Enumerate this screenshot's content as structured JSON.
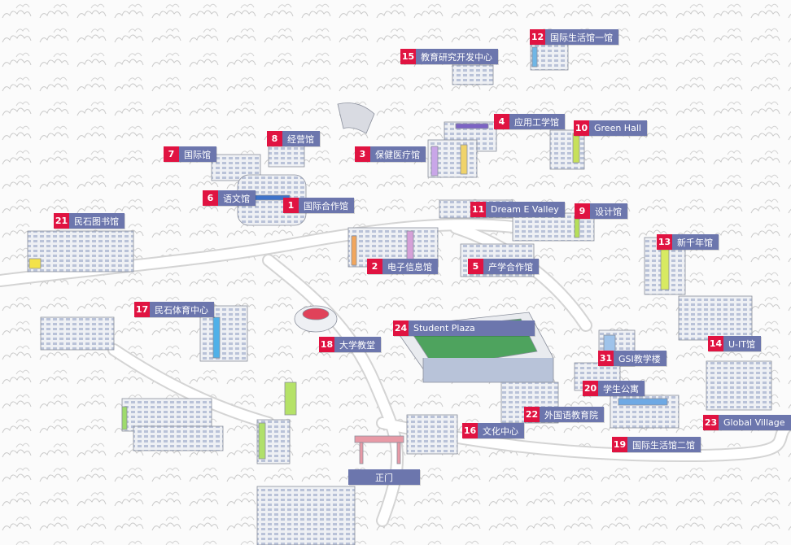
{
  "map": {
    "colors": {
      "label_bg": "#6c76ad",
      "badge_bg": "#e01341",
      "road": "#d8d8d8",
      "building_face": "#eef0f4"
    },
    "labels": [
      {
        "id": "15",
        "num": "15",
        "text": "教育研究开发中心"
      },
      {
        "id": "12",
        "num": "12",
        "text": "国际生活馆一馆"
      },
      {
        "id": "8",
        "num": "8",
        "text": "经营馆"
      },
      {
        "id": "7",
        "num": "7",
        "text": "国际馆"
      },
      {
        "id": "4",
        "num": "4",
        "text": "应用工学馆"
      },
      {
        "id": "10",
        "num": "10",
        "text": "Green Hall"
      },
      {
        "id": "3",
        "num": "3",
        "text": "保健医疗馆"
      },
      {
        "id": "6",
        "num": "6",
        "text": "语文馆"
      },
      {
        "id": "1",
        "num": "1",
        "text": "国际合作馆"
      },
      {
        "id": "11",
        "num": "11",
        "text": "Dream E Valley"
      },
      {
        "id": "9",
        "num": "9",
        "text": "设计馆"
      },
      {
        "id": "21",
        "num": "21",
        "text": "民石图书馆"
      },
      {
        "id": "13",
        "num": "13",
        "text": "新千年馆"
      },
      {
        "id": "2",
        "num": "2",
        "text": "电子信息馆"
      },
      {
        "id": "5",
        "num": "5",
        "text": "产学合作馆"
      },
      {
        "id": "17",
        "num": "17",
        "text": "民石体育中心"
      },
      {
        "id": "24",
        "num": "24",
        "text": "Student Plaza"
      },
      {
        "id": "18",
        "num": "18",
        "text": "大学教堂"
      },
      {
        "id": "14",
        "num": "14",
        "text": "U-IT馆"
      },
      {
        "id": "31",
        "num": "31",
        "text": "GSI教学楼"
      },
      {
        "id": "20",
        "num": "20",
        "text": "学生公寓"
      },
      {
        "id": "22",
        "num": "22",
        "text": "外国语教育院"
      },
      {
        "id": "16",
        "num": "16",
        "text": "文化中心"
      },
      {
        "id": "23",
        "num": "23",
        "text": "Global Village"
      },
      {
        "id": "19",
        "num": "19",
        "text": "国际生活馆二馆"
      }
    ],
    "gate": {
      "text": "正门"
    }
  }
}
